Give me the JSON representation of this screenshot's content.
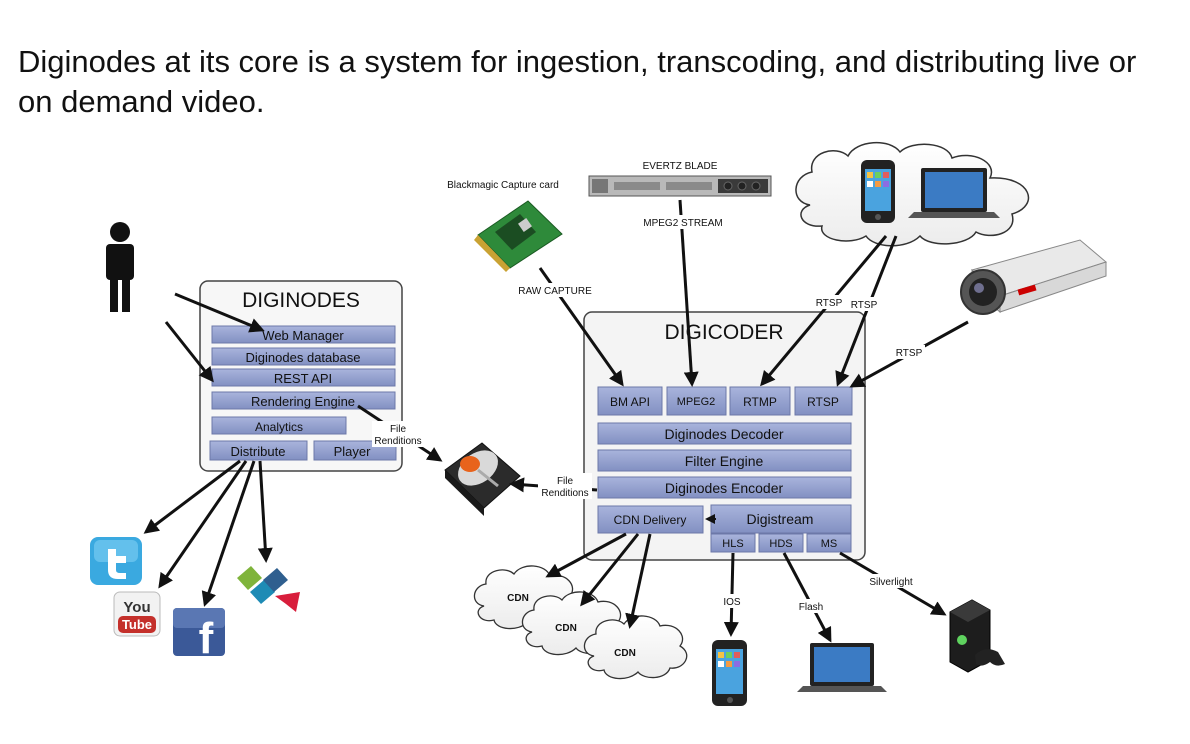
{
  "headline": "Diginodes at its core is a system for ingestion, transcoding, and distributing live or on demand video.",
  "colors": {
    "module_fill": "#8e9bc8",
    "module_border": "#5d6a9a",
    "box_border": "#555555",
    "arrow": "#111111"
  },
  "diginodes": {
    "title": "DIGINODES",
    "modules": [
      "Web Manager",
      "Diginodes database",
      "REST API",
      "Rendering Engine",
      "Analytics",
      "Distribute",
      "Player"
    ]
  },
  "digicoder": {
    "title": "DIGICODER",
    "inputs": [
      "BM API",
      "MPEG2",
      "RTMP",
      "RTSP"
    ],
    "modules": [
      "Diginodes Decoder",
      "Filter Engine",
      "Diginodes Encoder",
      "CDN Delivery",
      "Digistream"
    ],
    "outputs": [
      "HLS",
      "HDS",
      "MS"
    ]
  },
  "labels": {
    "blackmagic": "Blackmagic Capture card",
    "evertz": "EVERTZ BLADE",
    "mpeg2_stream": "MPEG2 STREAM",
    "raw_capture": "RAW CAPTURE",
    "rtsp_1": "RTSP",
    "rtsp_2": "RTSP",
    "rtsp_3": "RTSP",
    "file_renditions_1": [
      "File",
      "Renditions"
    ],
    "file_renditions_2": [
      "File",
      "Renditions"
    ],
    "ios": "IOS",
    "flash": "Flash",
    "silverlight": "Silverlight"
  },
  "cdn": [
    "CDN",
    "CDN",
    "CDN"
  ],
  "icons": {
    "person": "person-icon",
    "hard_drive": "hard-drive-icon",
    "capture_card": "capture-card-icon",
    "rack_server": "rack-server-icon",
    "camera": "ip-camera-icon",
    "phone": "smartphone-icon",
    "laptop": "laptop-icon",
    "console": "game-console-icon",
    "twitter": "twitter-icon",
    "youtube": "youtube-icon",
    "facebook": "facebook-icon",
    "social_bookmark": "bookmark-service-icon"
  },
  "youtube_text": [
    "You",
    "Tube"
  ],
  "facebook_letter": "f"
}
